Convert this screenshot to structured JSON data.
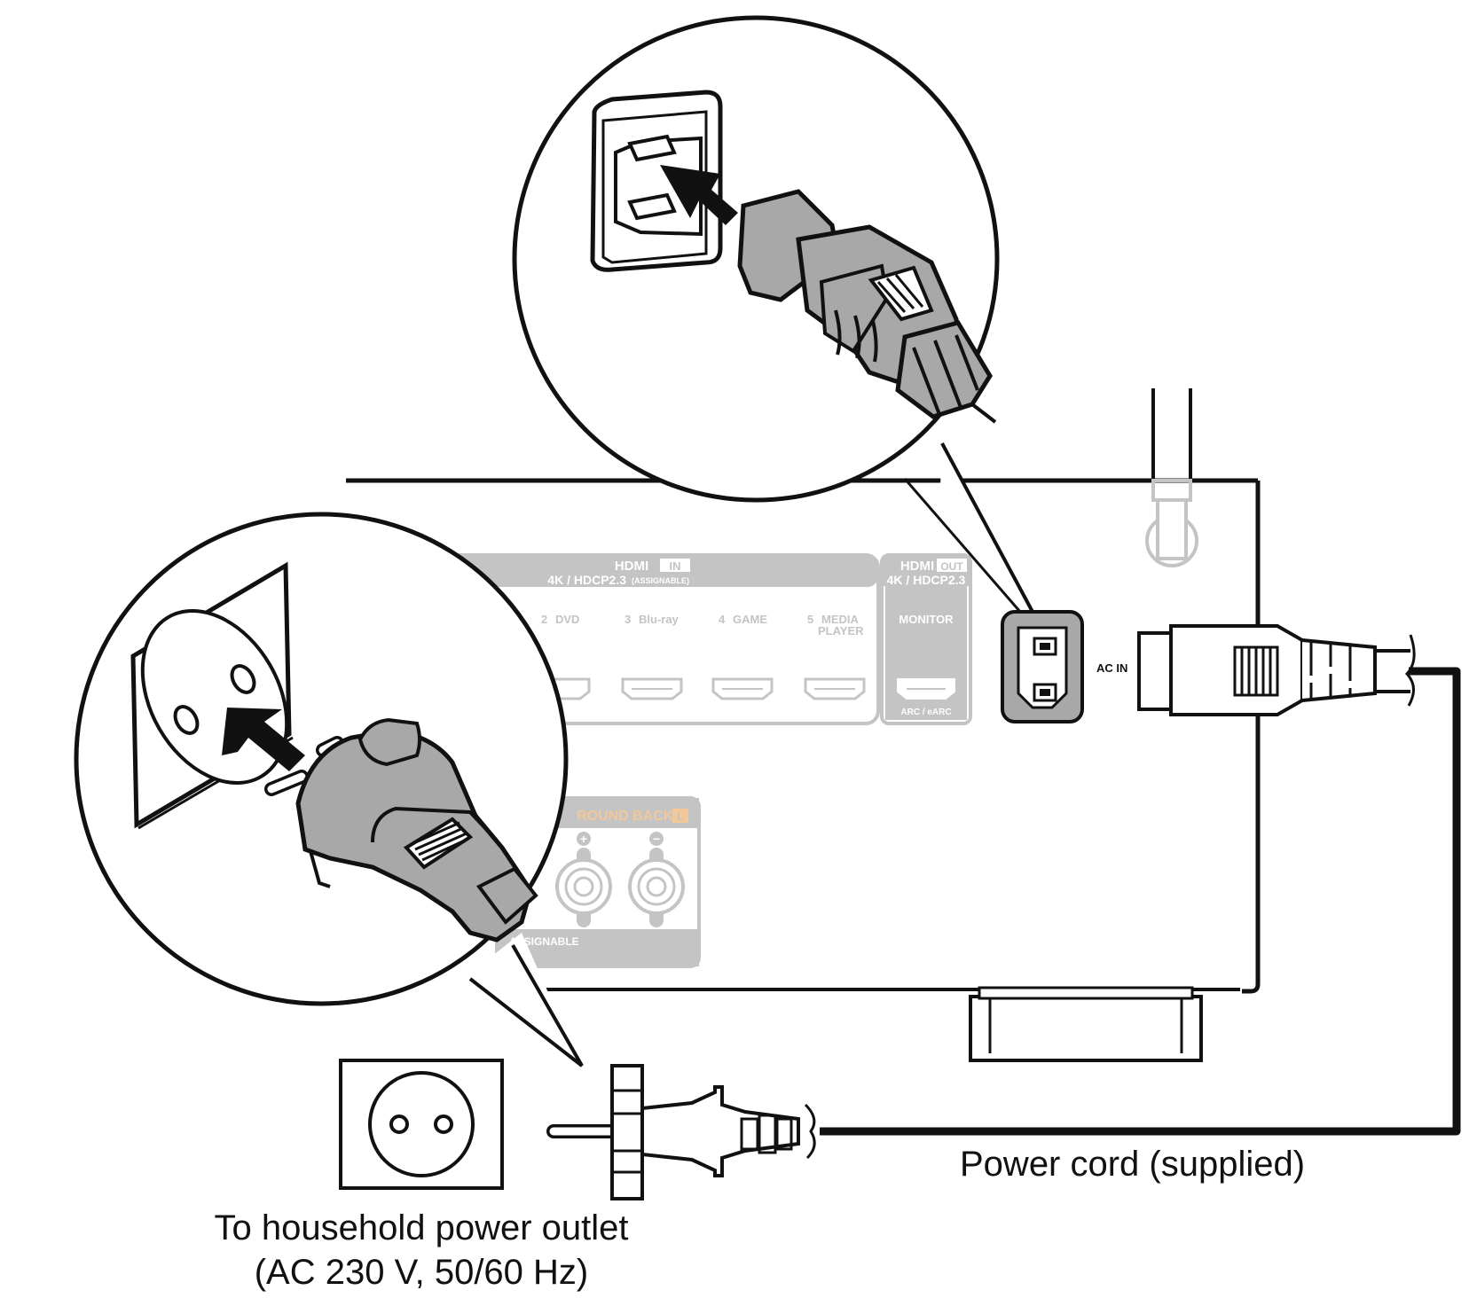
{
  "labels": {
    "power_cord": "Power cord (supplied)",
    "outlet_line1": "To household power outlet",
    "outlet_line2": "(AC 230 V, 50/60 Hz)",
    "ac_in": "AC IN"
  },
  "hdmi_in": {
    "title": "HDMI",
    "badge": "IN",
    "subtitle": "4K / HDCP2.3",
    "subtitle_note": "(ASSIGNABLE)",
    "ports": [
      {
        "num": "2",
        "name": "DVD"
      },
      {
        "num": "3",
        "name": "Blu-ray"
      },
      {
        "num": "4",
        "name": "GAME"
      },
      {
        "num": "5",
        "name": "MEDIA",
        "name2": "PLAYER"
      }
    ]
  },
  "hdmi_out": {
    "title": "HDMI",
    "badge": "OUT",
    "subtitle": "4K / HDCP2.3",
    "port_label": "MONITOR",
    "port_sub": "ARC / eARC"
  },
  "speaker": {
    "title": "ROUND BACK",
    "badge": "L",
    "plus": "+",
    "minus": "−",
    "note": "ASSIGNABLE"
  },
  "colors": {
    "line": "#111111",
    "panel_gray": "#c4c4c4",
    "plug_gray": "#a8a8a8",
    "speaker_orange": "#f2c79a"
  }
}
